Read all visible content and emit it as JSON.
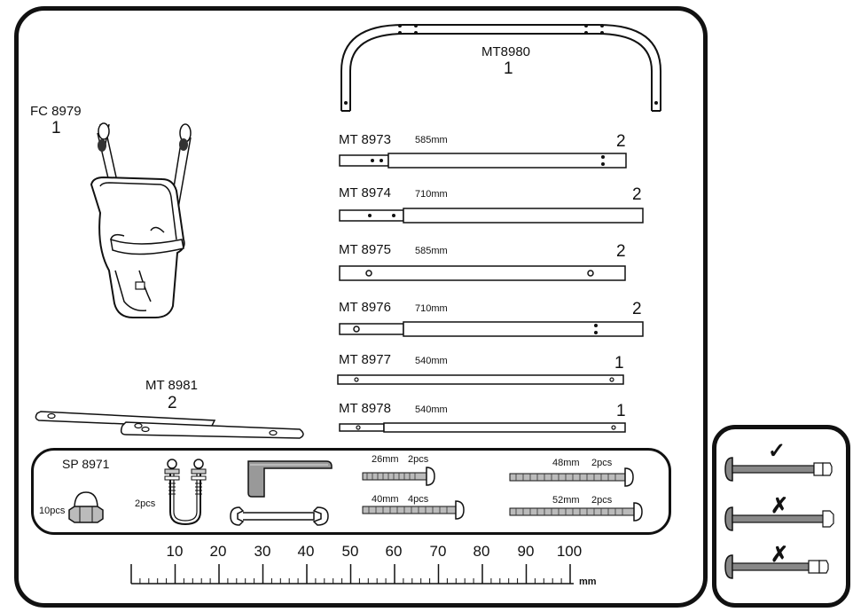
{
  "main_panel": {
    "swing_arch": {
      "code": "MT8980",
      "qty": "1"
    },
    "seat": {
      "code": "FC 8979",
      "qty": "1"
    },
    "swing_bar": {
      "code": "MT 8981",
      "qty": "2"
    },
    "tubes": [
      {
        "code": "MT 8973",
        "length": "585mm",
        "qty": "2"
      },
      {
        "code": "MT 8974",
        "length": "710mm",
        "qty": "2"
      },
      {
        "code": "MT 8975",
        "length": "585mm",
        "qty": "2"
      },
      {
        "code": "MT 8976",
        "length": "710mm",
        "qty": "2"
      },
      {
        "code": "MT 8977",
        "length": "540mm",
        "qty": "1"
      },
      {
        "code": "MT 8978",
        "length": "540mm",
        "qty": "1"
      }
    ]
  },
  "hardware_panel": {
    "code": "SP 8971",
    "cap_nut": {
      "count": "10pcs",
      "icon": "cap-nut-icon"
    },
    "u_bolt": {
      "count": "2pcs",
      "icon": "u-bolt-icon"
    },
    "tools": [
      "allen-key-icon",
      "wrench-icon"
    ],
    "bolts": [
      {
        "length": "26mm",
        "count": "2pcs"
      },
      {
        "length": "40mm",
        "count": "4pcs"
      },
      {
        "length": "48mm",
        "count": "2pcs"
      },
      {
        "length": "52mm",
        "count": "2pcs"
      }
    ]
  },
  "ruler": {
    "labels": [
      "10",
      "20",
      "30",
      "40",
      "50",
      "60",
      "70",
      "80",
      "90",
      "100"
    ],
    "unit": "mm"
  },
  "bolt_fit_panel": {
    "marks": [
      "✓",
      "✗",
      "✗"
    ]
  }
}
